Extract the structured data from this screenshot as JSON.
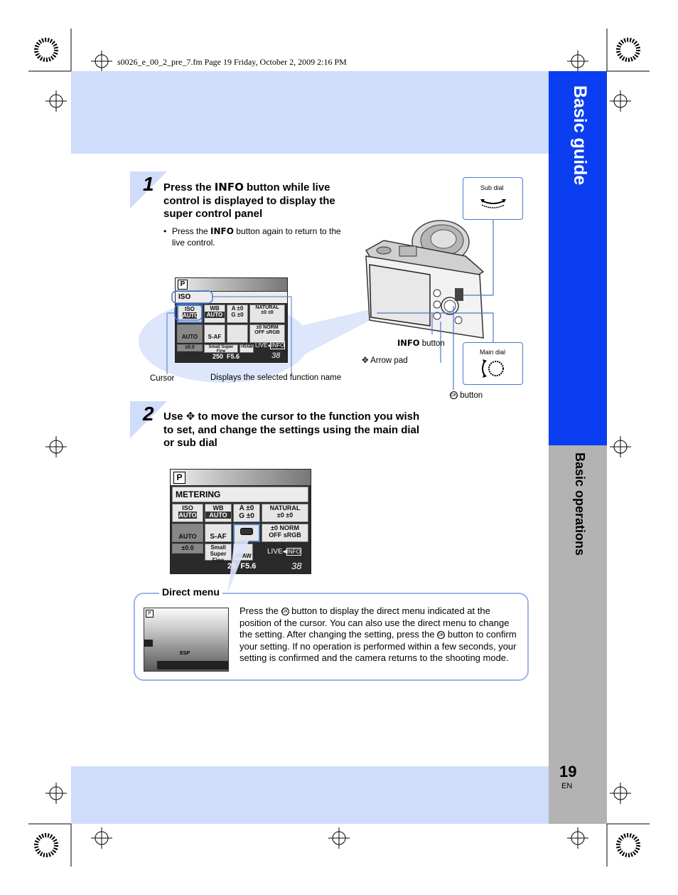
{
  "header": {
    "file_info": "s0026_e_00_2_pre_7.fm  Page 19  Friday, October 2, 2009  2:16 PM"
  },
  "side_tabs": {
    "primary": "Basic guide",
    "secondary": "Basic operations"
  },
  "page": {
    "number": "19",
    "lang": "EN"
  },
  "step1": {
    "number": "1",
    "title_pre": "Press the ",
    "title_key": "INFO",
    "title_post": " button while live control is displayed to display the super control panel",
    "bullet_pre": "Press the ",
    "bullet_key": "INFO",
    "bullet_post": " button again to return to the live control.",
    "cursor_label": "Cursor",
    "function_label": "Displays the selected function name"
  },
  "lcd1": {
    "mode": "P",
    "function_name": "ISO",
    "cells": [
      "ISO",
      "AUTO",
      "WB",
      "AUTO",
      "A ±0",
      "G ±0",
      "NATURAL",
      "±0",
      "±0",
      "±0",
      "NORM",
      "S-AF",
      "OFF",
      "sRGB",
      "AUTO",
      "±0.0",
      "Small",
      "Super Fine",
      "+RAW",
      "LIVE",
      "INFO",
      "250",
      "F5.6",
      "38"
    ]
  },
  "camera_labels": {
    "sub_dial": "Sub dial",
    "main_dial": "Main dial",
    "info_key": "INFO",
    "info_button": " button",
    "arrow_pad": "Arrow pad",
    "ok_button": " button"
  },
  "step2": {
    "number": "2",
    "title_pre": "Use ",
    "title_post": " to move the cursor to the function you wish to set, and change the settings using the main dial or sub dial"
  },
  "lcd2": {
    "mode": "P",
    "function_name": "METERING",
    "cells": [
      "ISO",
      "AUTO",
      "WB",
      "AUTO",
      "A ±0",
      "G ±0",
      "NATURAL",
      "±0",
      "±0",
      "±0",
      "NORM",
      "S-AF",
      "OFF",
      "sRGB",
      "AUTO",
      "±0.0",
      "Small",
      "Super Fine",
      "+RAW",
      "LIVE",
      "INFO",
      "25",
      "F5.6",
      "38"
    ]
  },
  "direct_menu": {
    "title": "Direct menu",
    "text_1": "Press the ",
    "text_2": " button to display the direct menu indicated at the position of the cursor. You can also use the direct menu to change the setting. After changing the setting, press the ",
    "text_3": " button to confirm your setting. If no operation is performed within a few seconds, your setting is confirmed and the camera returns to the shooting mode.",
    "screen_mode": "P",
    "screen_label": "ESP"
  },
  "colors": {
    "band": "#cfdcfa",
    "tab_blue": "#0a3ef0",
    "tab_gray": "#b3b3b3",
    "accent": "#4a79c9"
  }
}
